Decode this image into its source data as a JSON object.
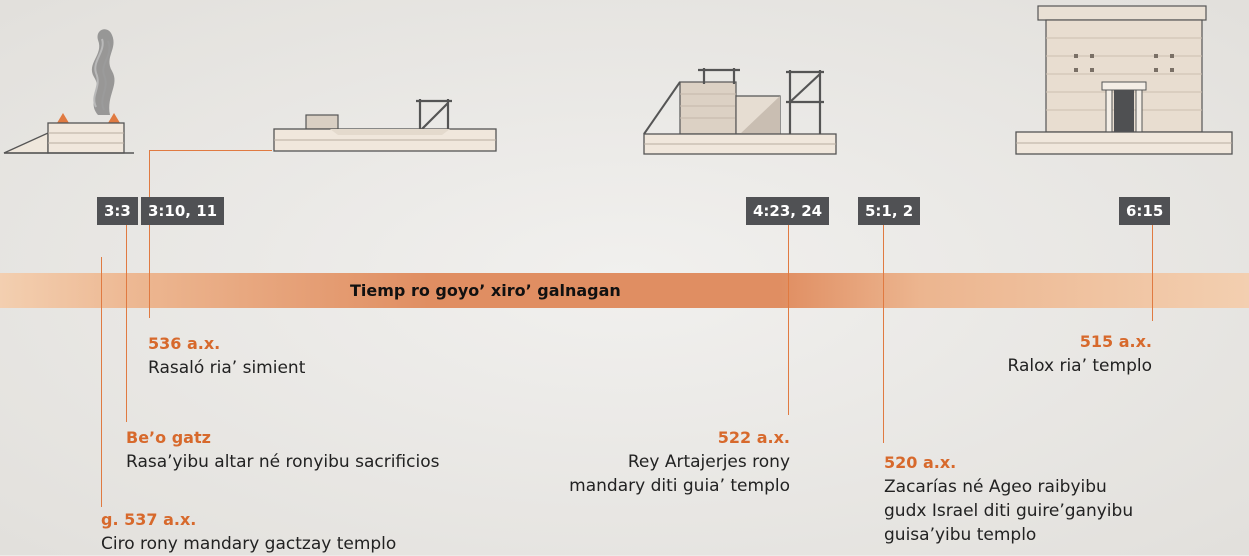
{
  "timeline_label": "Tiemp ro goyo’ xiro’ galnagan",
  "refs": [
    "3:3",
    "3:10, 11",
    "4:23, 24",
    "5:1, 2",
    "6:15"
  ],
  "events": [
    {
      "year": "536 a.x.",
      "lines": [
        "Rasaló ria’ simient"
      ]
    },
    {
      "year": "Be’o gatz",
      "lines": [
        "Rasa’yibu altar né ronyibu sacrificios"
      ]
    },
    {
      "year": "g. 537 a.x.",
      "lines": [
        "Ciro rony mandary gactzay templo"
      ]
    },
    {
      "year": "522 a.x.",
      "lines": [
        "Rey Artajerjes rony",
        "mandary diti guia’ templo"
      ]
    },
    {
      "year": "520 a.x.",
      "lines": [
        "Zacarías né Ageo raibyibu",
        "gudx Israel diti guire’ganyibu",
        "guisa’yibu templo"
      ]
    },
    {
      "year": "515 a.x.",
      "lines": [
        "Ralox ria’ templo"
      ]
    }
  ],
  "colors": {
    "accent": "#d7692c",
    "band": "#e08e62",
    "tag": "#505154",
    "stone": "#ede4d9"
  }
}
